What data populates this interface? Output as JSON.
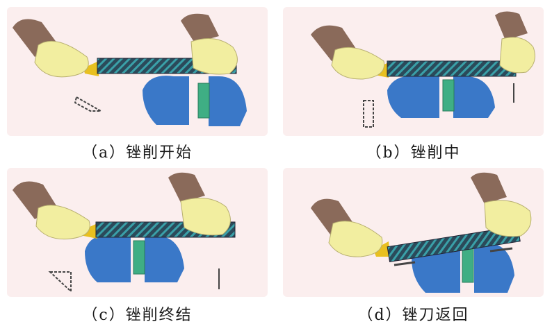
{
  "panels": [
    {
      "id": "a",
      "caption": "（a）锉削开始"
    },
    {
      "id": "b",
      "caption": "（b）锉削中"
    },
    {
      "id": "c",
      "caption": "（c）锉削终结"
    },
    {
      "id": "d",
      "caption": "（d）锉刀返回"
    }
  ],
  "colors": {
    "panel_bg": "#fbeeee",
    "sleeve": "#8a6a5a",
    "hand": "#f2eea0",
    "file_body": "#2b4a5a",
    "file_hatch": "#3aa0a8",
    "vise_blue": "#3a78c8",
    "workpiece_green": "#3fae84",
    "handle_yellow": "#e8c020"
  }
}
